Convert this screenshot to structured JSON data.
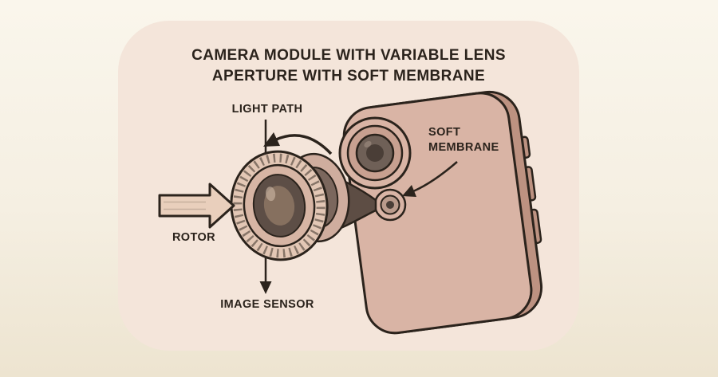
{
  "diagram": {
    "title_line1": "CAMERA MODULE WITH VARIABLE LENS",
    "title_line2": "APERTURE WITH SOFT MEMBRANE",
    "labels": {
      "light_path": "LIGHT PATH",
      "rotor": "ROTOR",
      "soft_membrane_line1": "SOFT",
      "soft_membrane_line2": "MEMBRANE",
      "image_sensor": "IMAGE SENSOR"
    },
    "colors": {
      "page_background": "#f5efe2",
      "card_background": "#f4e5da",
      "ink_outline": "#2b231c",
      "phone_body": "#d9b4a5",
      "phone_side": "#bd9281",
      "camera_ring_mid": "#c8a090",
      "lens_dark": "#5d4e46",
      "cone_fill": "#5d4d44",
      "arrow_fill": "#e9cfbc"
    }
  }
}
